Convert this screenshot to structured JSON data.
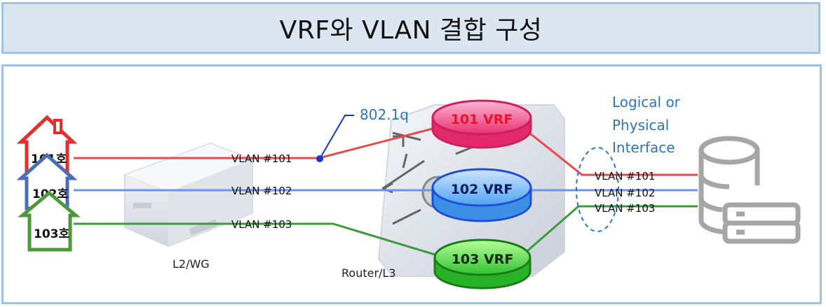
{
  "title": "VRF와 VLAN 결합 구성",
  "houses": [
    {
      "label": "101호",
      "color": "#e03030"
    },
    {
      "label": "102호",
      "color": "#4a6fb5"
    },
    {
      "label": "103호",
      "color": "#4a9a3a"
    }
  ],
  "vlans_left": [
    "VLAN #101",
    "VLAN #102",
    "VLAN #103"
  ],
  "vlans_right": [
    "VLAN #101",
    "VLAN #102",
    "VLAN #103"
  ],
  "vrfs": [
    "101 VRF",
    "102 VRF",
    "103 VRF"
  ],
  "annotations": {
    "dot1q": "802.1q",
    "interface_line1": "Logical or",
    "interface_line2": "Physical",
    "interface_line3": "Interface"
  },
  "devices": {
    "switch_label": "L2/WG",
    "router_label": "Router/L3"
  },
  "colors": {
    "red_line": "#e8494b",
    "blue_line": "#6d95e8",
    "green_line": "#3d9a3f",
    "accent_blue": "#2e75b6",
    "frame": "#9dc3e6"
  }
}
